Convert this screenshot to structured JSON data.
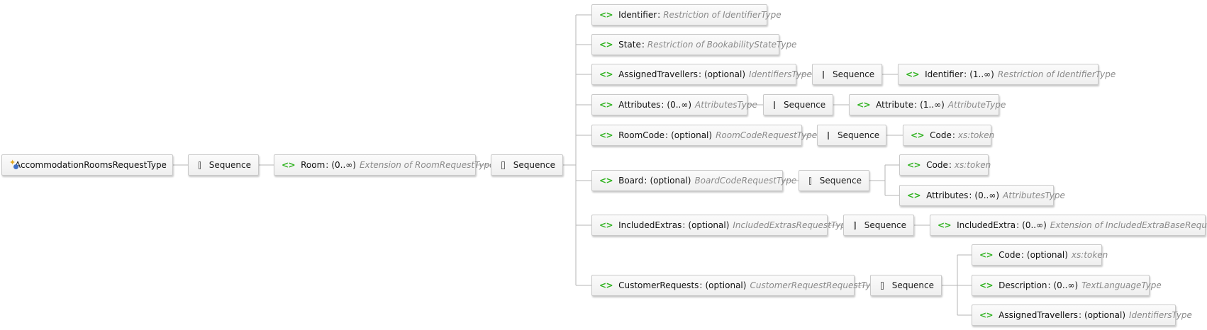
{
  "diagram": {
    "root": {
      "name": "AccommodationRoomsRequestType",
      "icon": "complex-type-icon"
    },
    "sequence_label": "Sequence",
    "room": {
      "name": "Room",
      "cardinality": "(0..∞)",
      "type": "Extension of RoomRequestType"
    },
    "room_children": [
      {
        "name": "Identifier",
        "type": "Restriction of IdentifierType"
      },
      {
        "name": "State",
        "type": "Restriction of BookabilityStateType"
      },
      {
        "name": "AssignedTravellers",
        "cardinality": "(optional)",
        "type": "IdentifiersType",
        "children": [
          {
            "name": "Identifier",
            "cardinality": "(1..∞)",
            "type": "Restriction of IdentifierType"
          }
        ]
      },
      {
        "name": "Attributes",
        "cardinality": "(0..∞)",
        "type": "AttributesType",
        "children": [
          {
            "name": "Attribute",
            "cardinality": "(1..∞)",
            "type": "AttributeType"
          }
        ]
      },
      {
        "name": "RoomCode",
        "cardinality": "(optional)",
        "type": "RoomCodeRequestType",
        "children": [
          {
            "name": "Code",
            "type": "xs:token"
          }
        ]
      },
      {
        "name": "Board",
        "cardinality": "(optional)",
        "type": "BoardCodeRequestType",
        "children": [
          {
            "name": "Code",
            "type": "xs:token"
          },
          {
            "name": "Attributes",
            "cardinality": "(0..∞)",
            "type": "AttributesType"
          }
        ]
      },
      {
        "name": "IncludedExtras",
        "cardinality": "(optional)",
        "type": "IncludedExtrasRequestType",
        "children": [
          {
            "name": "IncludedExtra",
            "cardinality": "(0..∞)",
            "type": "Extension of IncludedExtraBaseRequestType"
          }
        ]
      },
      {
        "name": "CustomerRequests",
        "cardinality": "(optional)",
        "type": "CustomerRequestRequestType",
        "children": [
          {
            "name": "Code",
            "cardinality": "(optional)",
            "type": "xs:token"
          },
          {
            "name": "Description",
            "cardinality": "(0..∞)",
            "type": "TextLanguageType"
          },
          {
            "name": "AssignedTravellers",
            "cardinality": "(optional)",
            "type": "IdentifiersType"
          }
        ]
      }
    ],
    "colors": {
      "element_icon": "#2fb21f",
      "type_text": "#8a8a8a",
      "connector": "#b5b5b5"
    }
  }
}
